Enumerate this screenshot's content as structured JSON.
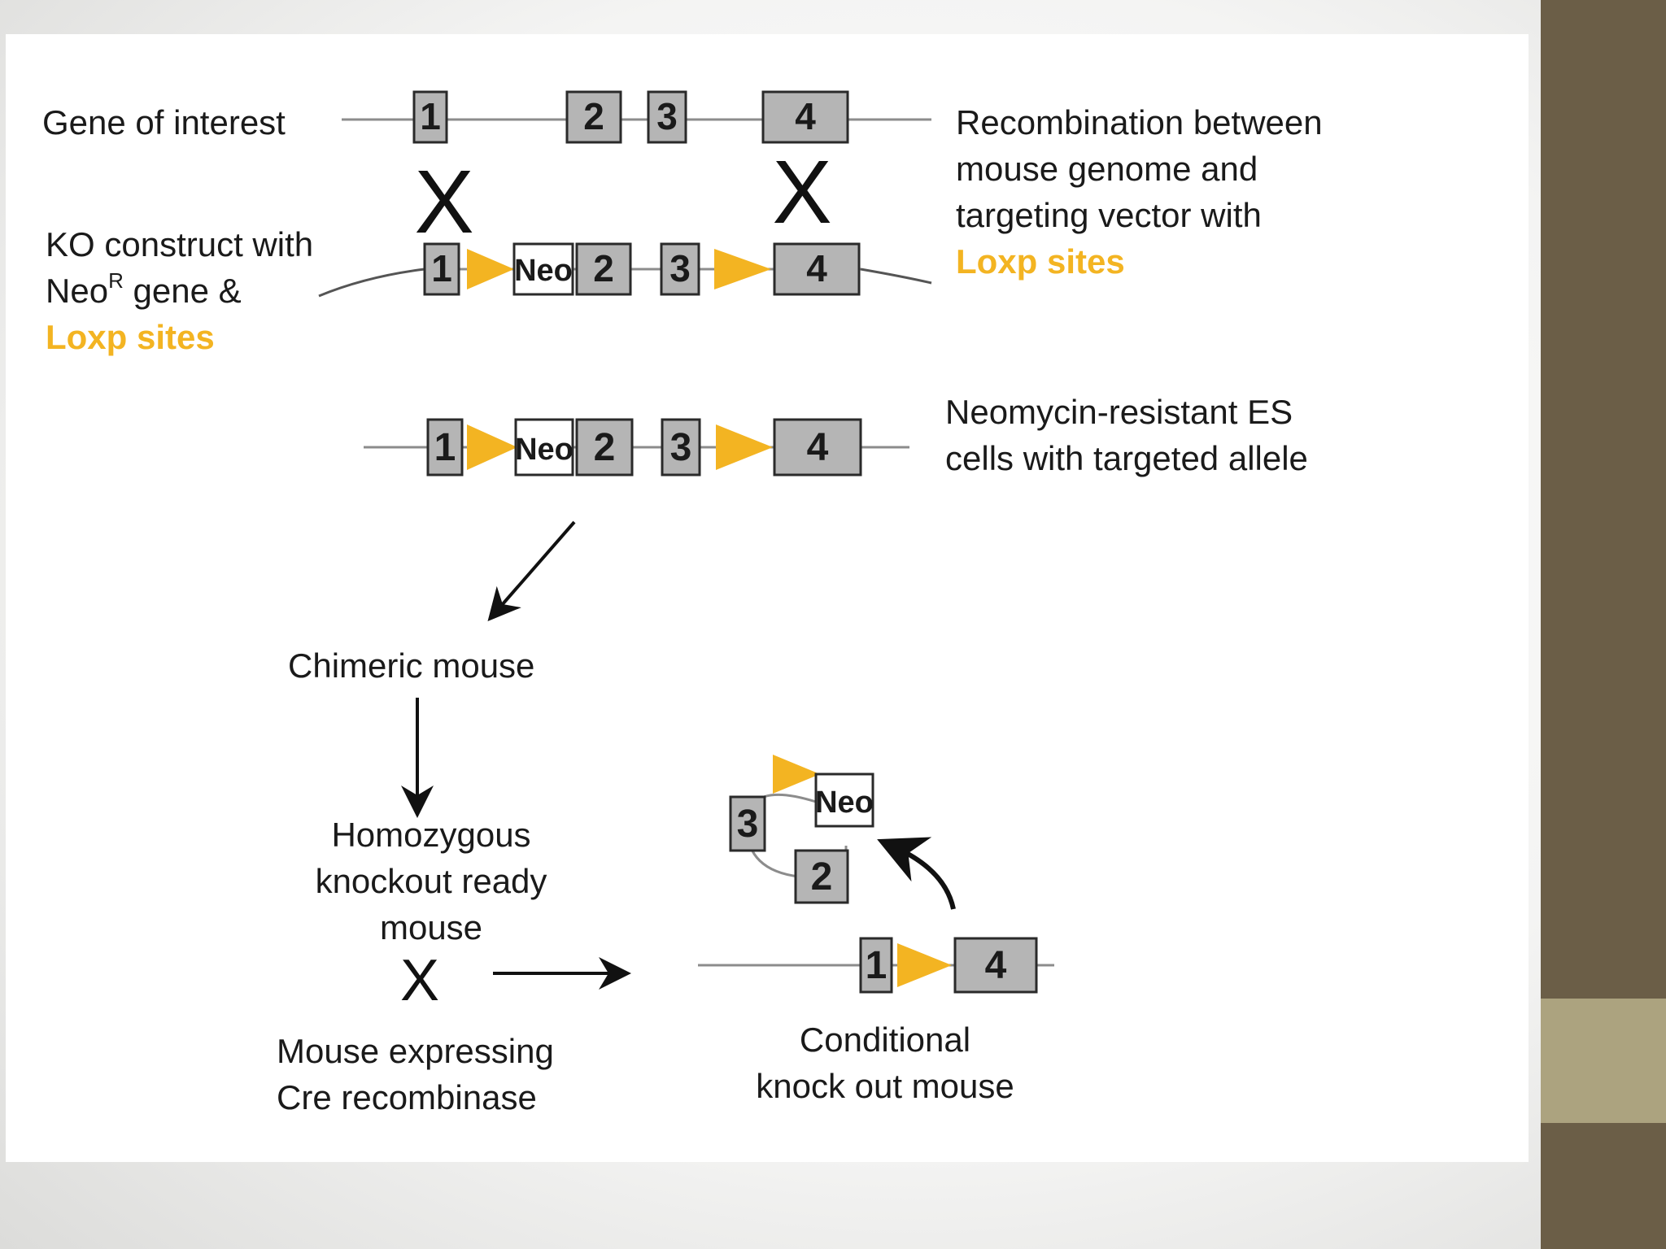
{
  "theme": {
    "sidebar_color": "#6b5e47",
    "sidebar_accent_color": "#aca37f",
    "loxp_color": "#f3b422",
    "exon_fill": "#b5b5b5",
    "line_color": "#8c8c8c"
  },
  "labels": {
    "gene_of_interest": "Gene of interest",
    "ko_construct_line1": "KO construct  with",
    "ko_construct_neo": "Neo",
    "ko_construct_sup": "R",
    "ko_construct_gene": " gene &",
    "ko_construct_loxp": "Loxp sites",
    "recomb_line1": "Recombination between",
    "recomb_line2": "mouse genome and",
    "recomb_line3": "targeting vector with",
    "recomb_loxp": "Loxp sites",
    "neo_resistant_line1": "Neomycin-resistant ES",
    "neo_resistant_line2": "cells with targeted allele",
    "chimeric_mouse": "Chimeric mouse",
    "homozygous_line1": "Homozygous",
    "homozygous_line2": "knockout ready",
    "homozygous_line3": "mouse",
    "cross_symbol": "X",
    "cre_line1": "Mouse expressing",
    "cre_line2": "Cre recombinase",
    "conditional_line1": "Conditional",
    "conditional_line2": "knock out mouse"
  },
  "exons": {
    "e1": "1",
    "e2": "2",
    "e3": "3",
    "e4": "4",
    "neo": "Neo"
  },
  "crossover_mark": "X"
}
